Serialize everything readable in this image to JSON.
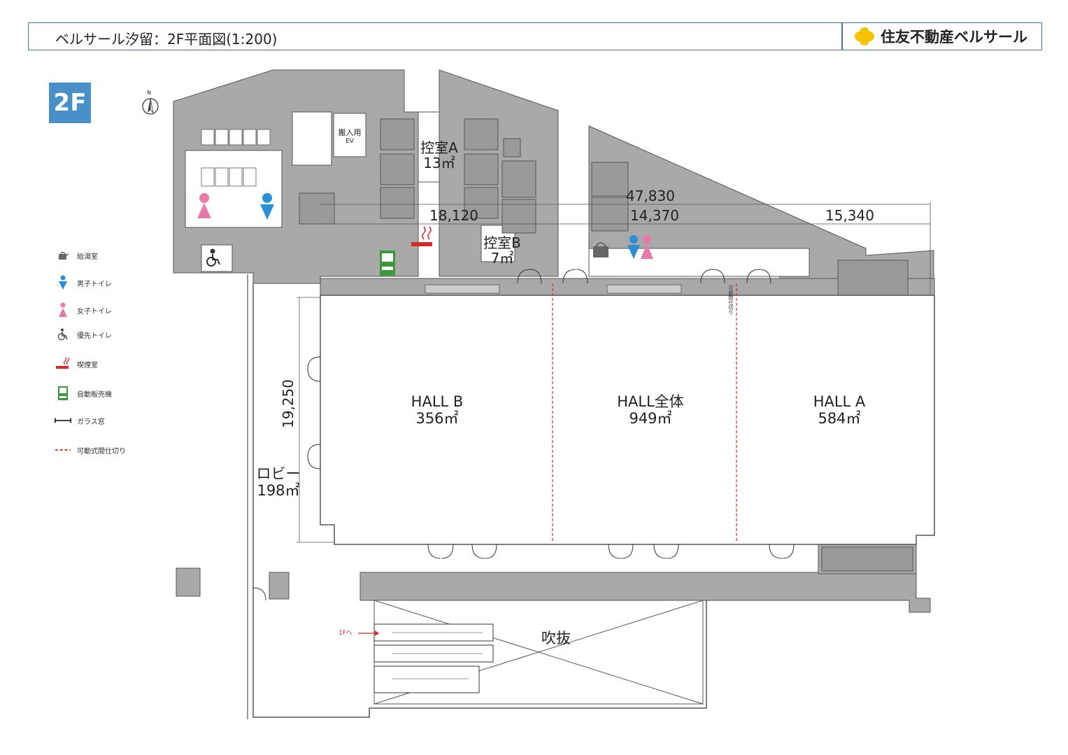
{
  "header": {
    "title": "ベルサール汐留：2F平面図(1:200)",
    "brand": "住友不動産ベルサール",
    "brand_color": "#f5c400",
    "border_color": "#4a6fa5"
  },
  "floor_badge": {
    "label": "2F",
    "color": "#4a90c8"
  },
  "compass": {
    "label": "N"
  },
  "legend": [
    {
      "icon": "kettle-icon",
      "label": "給湯室"
    },
    {
      "icon": "male-toilet-icon",
      "label": "男子トイレ",
      "color": "#2a8fd4"
    },
    {
      "icon": "female-toilet-icon",
      "label": "女子トイレ",
      "color": "#e87aa8"
    },
    {
      "icon": "accessible-toilet-icon",
      "label": "優先トイレ"
    },
    {
      "icon": "smoking-room-icon",
      "label": "喫煙室",
      "color": "#d42a2a"
    },
    {
      "icon": "vending-machine-icon",
      "label": "自動販売機",
      "color": "#3a9a3a"
    },
    {
      "icon": "glass-window-icon",
      "label": "ガラス窓"
    },
    {
      "icon": "movable-partition-icon",
      "label": "可動式間仕切り",
      "color": "#d42a2a"
    }
  ],
  "rooms": {
    "hall_b": {
      "name": "HALL B",
      "area": "356㎡"
    },
    "hall_all": {
      "name": "HALL全体",
      "area": "949㎡"
    },
    "hall_a": {
      "name": "HALL A",
      "area": "584㎡"
    },
    "lobby": {
      "name": "ロビー",
      "area": "198㎡"
    },
    "room_a": {
      "name": "控室A",
      "area": "13㎡"
    },
    "room_b": {
      "name": "控室B",
      "area": "7㎡"
    },
    "atrium": {
      "name": "吹抜"
    },
    "freight_ev": {
      "name": "搬入用",
      "sub": "EV"
    }
  },
  "dimensions": {
    "total": "47,830",
    "hall_b_width": "18,120",
    "hall_mid_width": "14,370",
    "hall_a_width": "15,340",
    "depth": "19,250"
  },
  "annotations": {
    "to_1f": "1Fへ",
    "partition_note": "可動間仕切り"
  },
  "colors": {
    "wall_fill": "#a9a9a9",
    "partition": "#d42a2a"
  }
}
